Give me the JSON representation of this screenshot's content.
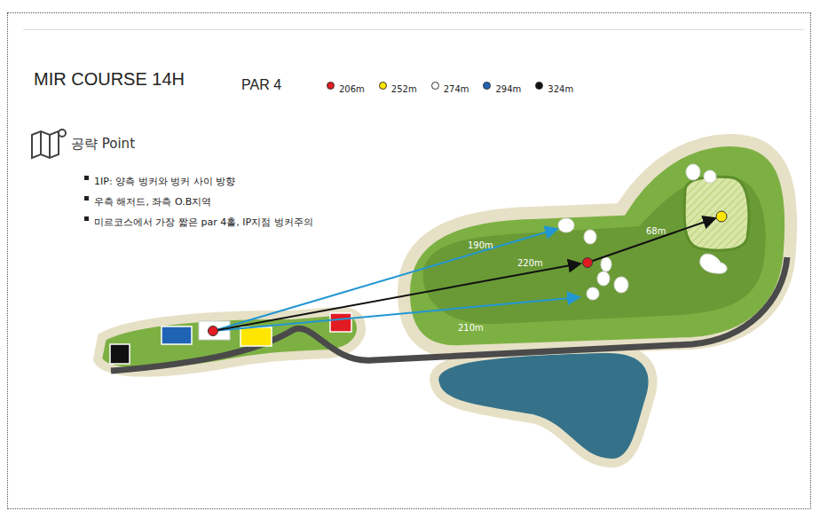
{
  "diagram": {
    "title": "MIR COURSE 14H",
    "labels": [
      "PAR 4",
      "공략 Point",
      "1IP: 양측 벙커와 벙커 사이 방향",
      "우측 해저드, 좌측 O.B지역",
      "미르코스에서 가장 짧은 par 4홀, IP지점 벙커주의",
      "190m",
      "220m",
      "210m",
      "68m"
    ],
    "legend": [
      {
        "text": "206m",
        "color": "#e21b22"
      },
      {
        "text": "252m",
        "color": "#ffe600"
      },
      {
        "text": "274m",
        "color": "#ffffff"
      },
      {
        "text": "294m",
        "color": "#1f63b4"
      },
      {
        "text": "324m",
        "color": "#111111"
      }
    ]
  }
}
